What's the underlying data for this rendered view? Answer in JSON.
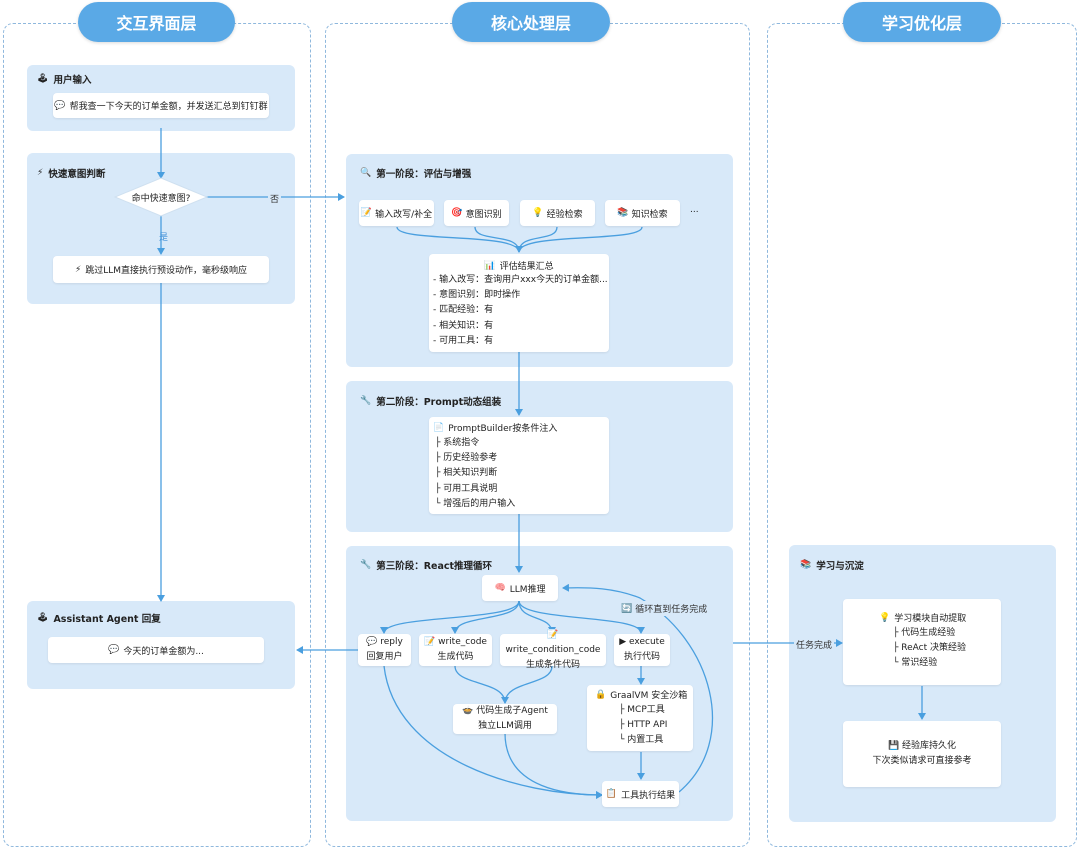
{
  "columns": {
    "left": "交互界面层",
    "middle": "核心处理层",
    "right": "学习优化层"
  },
  "left": {
    "user_input": {
      "icon": "🕹",
      "title": "用户输入",
      "msg_icon": "💬",
      "message": "帮我查一下今天的订单金额，并发送汇总到钉钉群"
    },
    "fast_intent": {
      "icon": "⚡",
      "title": "快速意图判断",
      "decision": "命中快速意图?",
      "yes": "是",
      "no": "否",
      "skip_icon": "⚡",
      "skip": "跳过LLM直接执行预设动作，毫秒级响应"
    },
    "reply": {
      "icon": "🕹",
      "title": "Assistant Agent 回复",
      "msg_icon": "💬",
      "message": "今天的订单金额为..."
    }
  },
  "stage1": {
    "icon": "🔍",
    "title": "第一阶段：评估与增强",
    "tasks": [
      {
        "icon": "📝",
        "label": "输入改写/补全"
      },
      {
        "icon": "🎯",
        "label": "意图识别"
      },
      {
        "icon": "💡",
        "label": "经验检索"
      },
      {
        "icon": "📚",
        "label": "知识检索"
      }
    ],
    "more": "...",
    "summary": {
      "icon": "📊",
      "title": "评估结果汇总",
      "lines": [
        "- 输入改写：查询用户xxx今天的订单金额...",
        "- 意图识别：即时操作",
        "- 匹配经验：有",
        "- 相关知识：有",
        "- 可用工具：有"
      ]
    }
  },
  "stage2": {
    "icon": "🔧",
    "title": "第二阶段：Prompt动态组装",
    "builder": {
      "icon": "📄",
      "title": "PromptBuilder按条件注入",
      "lines": [
        "├ 系统指令",
        "├ 历史经验参考",
        "├ 相关知识判断",
        "├ 可用工具说明",
        "└ 增强后的用户输入"
      ]
    }
  },
  "stage3": {
    "icon": "🔧",
    "title": "第三阶段：React推理循环",
    "llm": {
      "icon": "🧠",
      "label": "LLM推理"
    },
    "loop": {
      "icon": "🔄",
      "label": "循环直到任务完成"
    },
    "actions": [
      {
        "icon": "💬",
        "name": "reply",
        "desc": "回复用户"
      },
      {
        "icon": "📝",
        "name": "write_code",
        "desc": "生成代码"
      },
      {
        "icon": "📝",
        "name": "write_condition_code",
        "desc": "生成条件代码"
      },
      {
        "icon": "▶",
        "name": "execute",
        "desc": "执行代码"
      }
    ],
    "subagent": {
      "icon": "🍲",
      "title": "代码生成子Agent",
      "desc": "独立LLM调用"
    },
    "sandbox": {
      "icon": "🔒",
      "title": "GraalVM 安全沙箱",
      "lines": [
        "├ MCP工具",
        "├ HTTP API",
        "└ 内置工具"
      ]
    },
    "result": {
      "icon": "📋",
      "label": "工具执行结果"
    }
  },
  "learning": {
    "icon": "📚",
    "title": "学习与沉淀",
    "edge_label": "任务完成",
    "extract": {
      "icon": "💡",
      "title": "学习模块自动提取",
      "lines": [
        "├ 代码生成经验",
        "├ ReAct 决策经验",
        "└ 常识经验"
      ]
    },
    "persist": {
      "icon": "💾",
      "title": "经验库持久化",
      "desc": "下次类似请求可直接参考"
    }
  },
  "colors": {
    "accent": "#5aa9e6",
    "panel": "#d8e9f9",
    "line": "#4a9fdf"
  }
}
